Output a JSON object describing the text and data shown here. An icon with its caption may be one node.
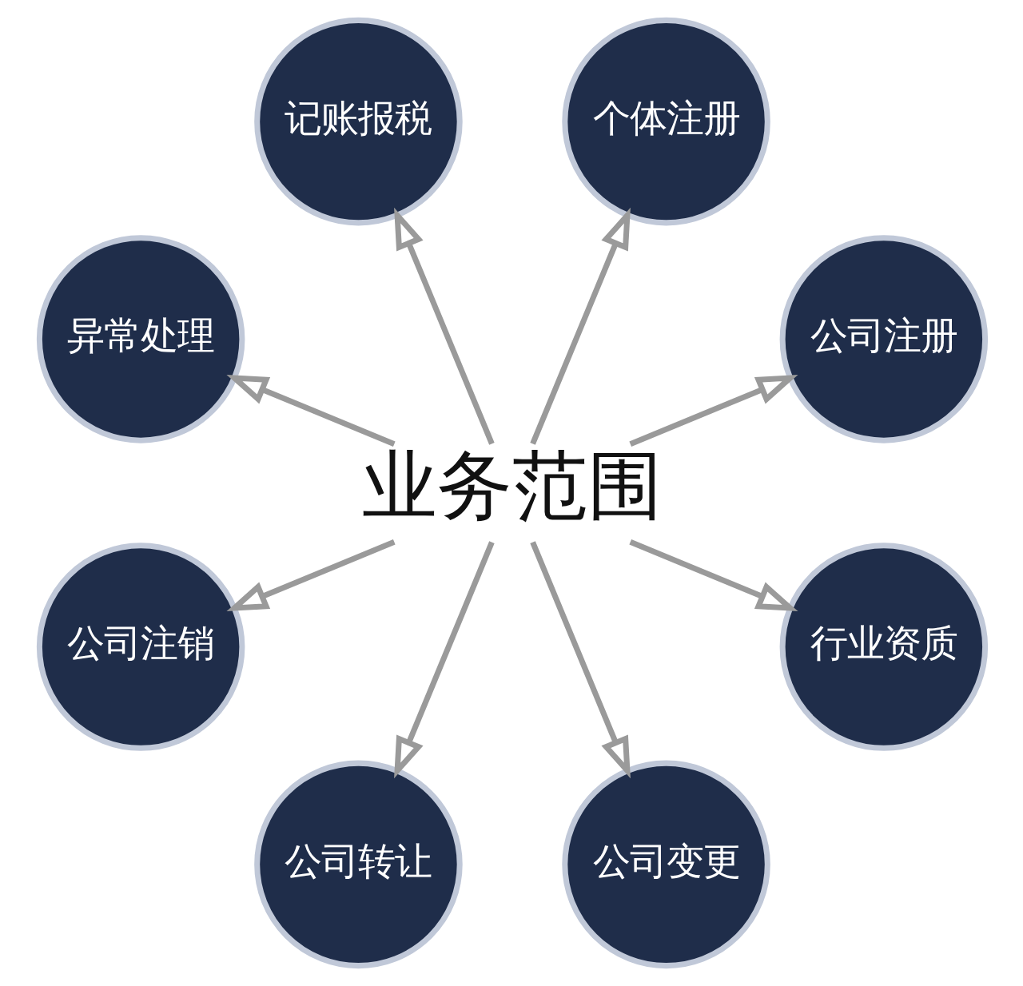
{
  "diagram": {
    "nodes": [
      {
        "text": [
          "业务范围"
        ]
      },
      {
        "text": [
          "公司注册"
        ]
      },
      {
        "text": [
          "个体注册"
        ]
      },
      {
        "text": [
          "记账报税"
        ]
      },
      {
        "text": [
          "异常处理"
        ]
      },
      {
        "text": [
          "公司注销"
        ]
      },
      {
        "text": [
          "公司转让"
        ]
      },
      {
        "text": [
          "公司变更"
        ]
      },
      {
        "text": [
          "行业资质"
        ]
      }
    ],
    "edges": [
      {
        "from": 0,
        "to": 1,
        "arrow": "to"
      },
      {
        "from": 0,
        "to": 2,
        "arrow": "to"
      },
      {
        "from": 0,
        "to": 3,
        "arrow": "to"
      },
      {
        "from": 0,
        "to": 4,
        "arrow": "to"
      },
      {
        "from": 0,
        "to": 5,
        "arrow": "to"
      },
      {
        "from": 0,
        "to": 6,
        "arrow": "to"
      },
      {
        "from": 0,
        "to": 7,
        "arrow": "to"
      },
      {
        "from": 0,
        "to": 8,
        "arrow": "to"
      }
    ]
  }
}
